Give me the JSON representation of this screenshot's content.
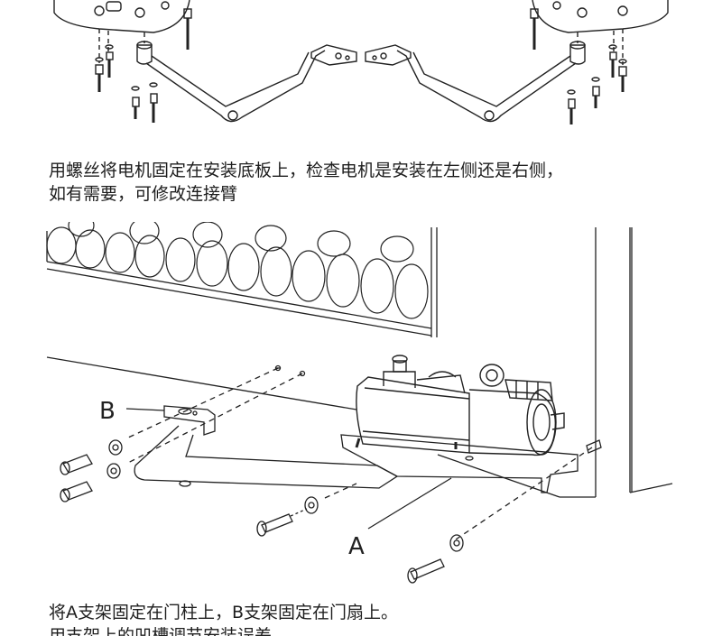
{
  "caption_1": {
    "line_1": "用螺丝将电机固定在安装底板上，检查电机是安装在左侧还是右侧，",
    "line_2": "如有需要，可修改连接臂"
  },
  "bottom_figure": {
    "label_b": "B",
    "label_a": "A"
  },
  "caption_2": {
    "line_1": "将A支架固定在门柱上，B支架固定在门扇上。",
    "line_2": "用支架上的凹槽调节安装误差"
  }
}
